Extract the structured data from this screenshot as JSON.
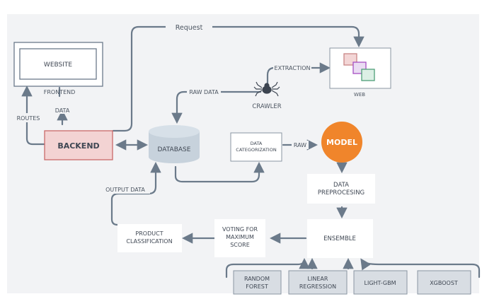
{
  "nodes": {
    "website": "WEBSITE",
    "backend": "BACKEND",
    "database": "DATABASE",
    "data_categorization": [
      "DATA",
      "CATEGORIZATION"
    ],
    "model": "MODEL",
    "data_preprocessing": [
      "DATA",
      "PREPROCESING"
    ],
    "ensemble": "ENSEMBLE",
    "voting": [
      "VOTING FOR",
      "MAXIMUM",
      "SCORE"
    ],
    "product_classification": [
      "PRODUCT",
      "CLASSIFICATION"
    ],
    "random_forest": [
      "RANDOM",
      "FOREST"
    ],
    "linear_regression": [
      "LINEAR",
      "REGRESSION"
    ],
    "light_gbm": "LIGHT-GBM",
    "xgboost": "XGBOOST",
    "web": "WEB",
    "crawler": "CRAWLER"
  },
  "edges": {
    "request": "Request",
    "frontend": "FRONTEND",
    "data": "DATA",
    "routes": "ROUTES",
    "raw_data": "RAW DATA",
    "extraction": "EXTRACTION",
    "raw": "RAW",
    "output_data": "OUTPUT DATA"
  },
  "colors": {
    "arrow": "#6b7a8a",
    "backend_fill": "#f3d3d3",
    "backend_border": "#c96a6a",
    "model_fill": "#f0852b",
    "database_fill": "#c7d2dc",
    "algo_fill": "#d8dde3",
    "web_square_1": "#c98686",
    "web_square_2": "#a64fc2",
    "web_square_3": "#4f9f78"
  }
}
